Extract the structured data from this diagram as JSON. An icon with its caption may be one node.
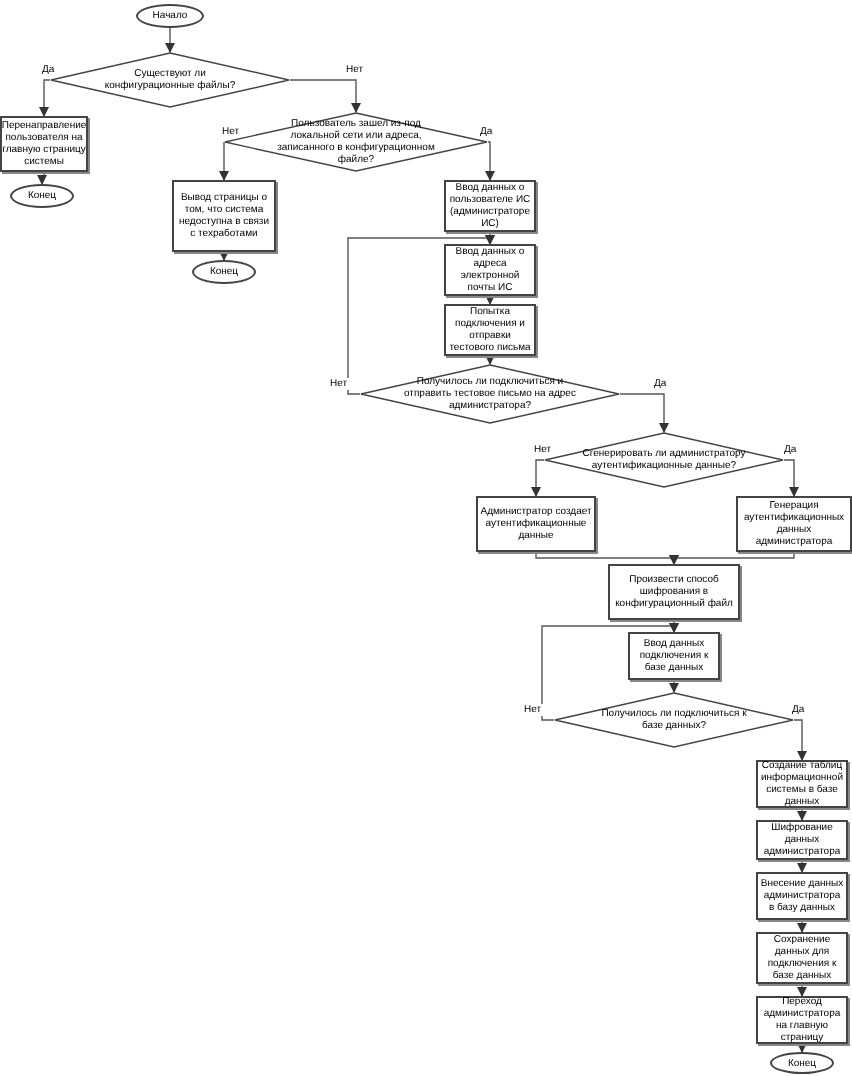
{
  "diagram": {
    "nodes": [
      {
        "text": [
          "Начало"
        ]
      },
      {
        "text": [
          "Существуют ли конфигурационные файлы?"
        ]
      },
      {
        "text": [
          "Перенаправление пользователя на главную страницу системы"
        ]
      },
      {
        "text": [
          "Конец"
        ]
      },
      {
        "text": [
          "Пользователь зашел из-под локальной сети или адреса, записанного в конфигурационном файле?"
        ]
      },
      {
        "text": [
          "Вывод страницы о том, что система недоступна в связи с техработами"
        ]
      },
      {
        "text": [
          "Конец"
        ]
      },
      {
        "text": [
          "Ввод данных о пользователе ИС (администраторе ИС)"
        ]
      },
      {
        "text": [
          "Ввод данных о адреса электронной почты ИС"
        ]
      },
      {
        "text": [
          "Попытка подключения и отправки тестового письма"
        ]
      },
      {
        "text": [
          "Получилось ли подключиться и отправить тестовое письмо на адрес администратора?"
        ]
      },
      {
        "text": [
          "Сгенерировать ли администратору аутентификационные данные?"
        ]
      },
      {
        "text": [
          "Администратор создает аутентификационные данные"
        ]
      },
      {
        "text": [
          "Генерация аутентификационных данных администратора"
        ]
      },
      {
        "text": [
          "Произвести способ шифрования в конфигурационный файл"
        ]
      },
      {
        "text": [
          "Ввод данных подключения к базе данных"
        ]
      },
      {
        "text": [
          "Получилось ли подключиться к базе данных?"
        ]
      },
      {
        "text": [
          "Создание таблиц информационной системы в базе данных"
        ]
      },
      {
        "text": [
          "Шифрование данных администратора"
        ]
      },
      {
        "text": [
          "Внесение данных администратора в базу данных"
        ]
      },
      {
        "text": [
          "Сохранение данных для подключения к базе данных"
        ]
      },
      {
        "text": [
          "Переход администратора на главную страницу"
        ]
      },
      {
        "text": [
          "Конец"
        ]
      }
    ],
    "edges": [
      {
        "from": 0,
        "to": 1,
        "arrow": "to"
      },
      {
        "from": 1,
        "to": 2,
        "arrow": "to",
        "label": "Да"
      },
      {
        "from": 1,
        "to": 4,
        "arrow": "to",
        "label": "Нет"
      },
      {
        "from": 2,
        "to": 3,
        "arrow": "to"
      },
      {
        "from": 4,
        "to": 5,
        "arrow": "to",
        "label": "Нет"
      },
      {
        "from": 4,
        "to": 7,
        "arrow": "to",
        "label": "Да"
      },
      {
        "from": 5,
        "to": 6,
        "arrow": "to"
      },
      {
        "from": 7,
        "to": 8,
        "arrow": "to"
      },
      {
        "from": 8,
        "to": 9,
        "arrow": "to"
      },
      {
        "from": 9,
        "to": 10,
        "arrow": "to"
      },
      {
        "from": 10,
        "to": 8,
        "arrow": "to",
        "label": "Нет"
      },
      {
        "from": 10,
        "to": 11,
        "arrow": "to",
        "label": "Да"
      },
      {
        "from": 11,
        "to": 12,
        "arrow": "to",
        "label": "Нет"
      },
      {
        "from": 11,
        "to": 13,
        "arrow": "to",
        "label": "Да"
      },
      {
        "from": 12,
        "to": 14,
        "arrow": "to"
      },
      {
        "from": 13,
        "to": 14,
        "arrow": "to"
      },
      {
        "from": 14,
        "to": 15,
        "arrow": "to"
      },
      {
        "from": 15,
        "to": 16,
        "arrow": "to"
      },
      {
        "from": 16,
        "to": 15,
        "arrow": "to",
        "label": "Нет"
      },
      {
        "from": 16,
        "to": 17,
        "arrow": "to",
        "label": "Да"
      },
      {
        "from": 17,
        "to": 18,
        "arrow": "to"
      },
      {
        "from": 18,
        "to": 19,
        "arrow": "to"
      },
      {
        "from": 19,
        "to": 20,
        "arrow": "to"
      },
      {
        "from": 20,
        "to": 21,
        "arrow": "to"
      },
      {
        "from": 21,
        "to": 22,
        "arrow": "to"
      }
    ]
  }
}
